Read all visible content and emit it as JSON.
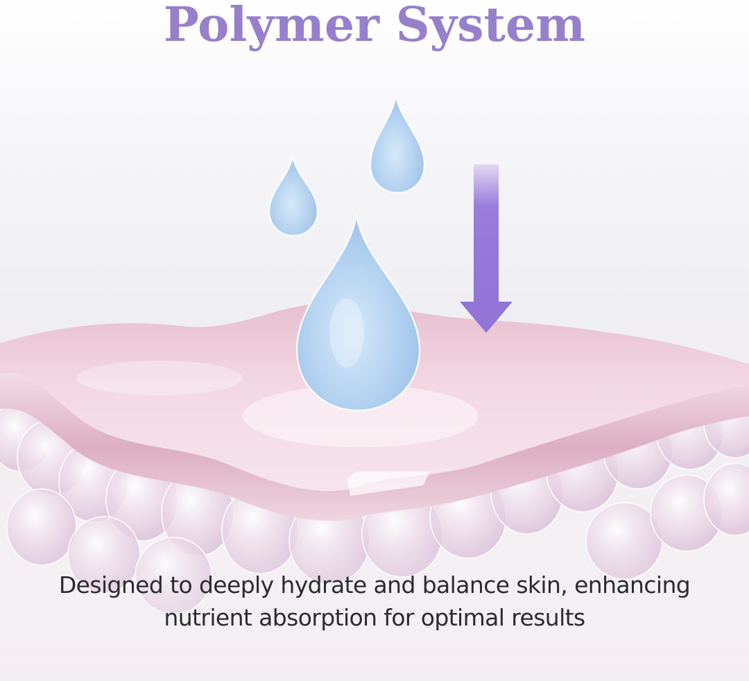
{
  "header": {
    "title": "Polymer System"
  },
  "illustration": {
    "droplets": [
      {
        "name": "small-left",
        "color": "#b9d6f2"
      },
      {
        "name": "small-right",
        "color": "#b9d6f2"
      },
      {
        "name": "large-center",
        "color": "#b6d4f2"
      }
    ],
    "arrow": {
      "direction": "down",
      "color": "#9678d8"
    },
    "skin_layer": {
      "color": "#eec8d8"
    },
    "bubble_layer": {
      "color": "#eedcea"
    }
  },
  "caption": {
    "line1": "Designed to deeply hydrate and balance skin, enhancing",
    "line2": "nutrient absorption for optimal results"
  },
  "colors": {
    "title": "#9680cc",
    "caption": "#2b2b2d",
    "arrow": "#9678d8"
  }
}
